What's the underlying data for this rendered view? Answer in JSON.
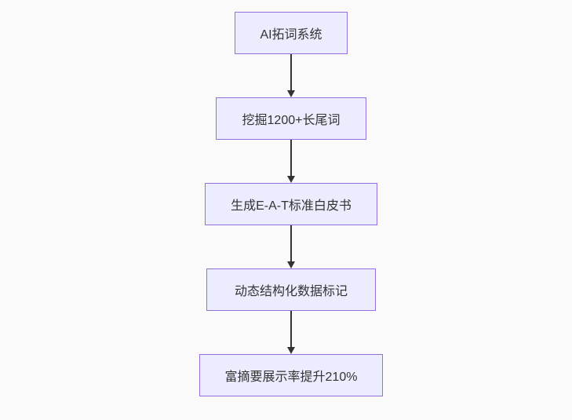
{
  "diagram": {
    "type": "flowchart",
    "direction": "top-down",
    "colors": {
      "background": "#fafafa",
      "node_fill": "#ECECFF",
      "node_border": "#9370DB",
      "node_text": "#333333",
      "edge_stroke": "#333333"
    },
    "nodes": [
      {
        "id": "A",
        "label": "AI拓词系统"
      },
      {
        "id": "B",
        "label": "挖掘1200+长尾词"
      },
      {
        "id": "C",
        "label": "生成E-A-T标准白皮书"
      },
      {
        "id": "D",
        "label": "动态结构化数据标记"
      },
      {
        "id": "E",
        "label": "富摘要展示率提升210%"
      }
    ],
    "edges": [
      {
        "from": "A",
        "to": "B",
        "arrow": "down"
      },
      {
        "from": "B",
        "to": "C",
        "arrow": "down"
      },
      {
        "from": "C",
        "to": "D",
        "arrow": "down"
      },
      {
        "from": "D",
        "to": "E",
        "arrow": "down"
      }
    ]
  }
}
